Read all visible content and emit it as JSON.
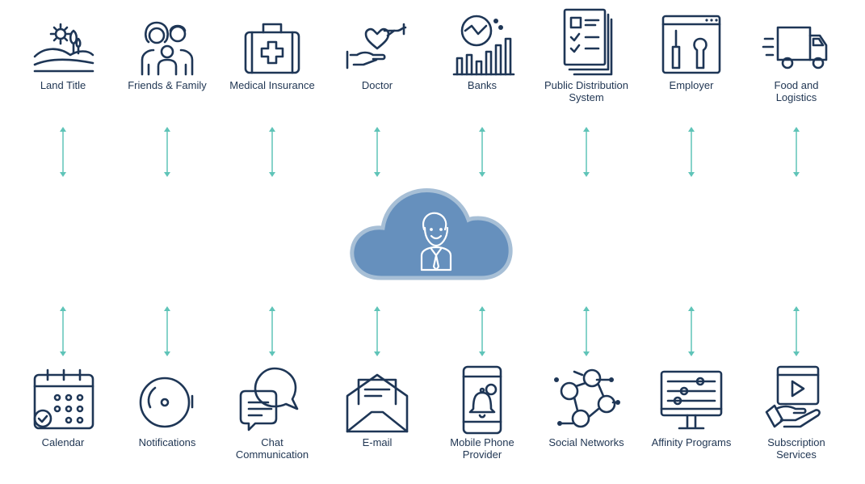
{
  "top_row": [
    {
      "label": "Land Title",
      "icon": "landscape-icon"
    },
    {
      "label": "Friends & Family",
      "icon": "family-icon"
    },
    {
      "label": "Medical Insurance",
      "icon": "medical-kit-icon"
    },
    {
      "label": "Doctor",
      "icon": "hands-heart-icon"
    },
    {
      "label": "Banks",
      "icon": "bar-chart-icon"
    },
    {
      "label": "Public Distribution\nSystem",
      "icon": "documents-checklist-icon"
    },
    {
      "label": "Employer",
      "icon": "tools-window-icon"
    },
    {
      "label": "Food and\nLogistics",
      "icon": "truck-icon"
    }
  ],
  "bottom_row": [
    {
      "label": "Calendar",
      "icon": "calendar-icon"
    },
    {
      "label": "Notifications",
      "icon": "bell-icon"
    },
    {
      "label": "Chat\nCommunication",
      "icon": "chat-bubbles-icon"
    },
    {
      "label": "E-mail",
      "icon": "envelope-icon"
    },
    {
      "label": "Mobile Phone\nProvider",
      "icon": "mobile-phone-icon"
    },
    {
      "label": "Social Networks",
      "icon": "network-people-icon"
    },
    {
      "label": "Affinity Programs",
      "icon": "sliders-monitor-icon"
    },
    {
      "label": "Subscription\nServices",
      "icon": "video-hand-icon"
    }
  ],
  "center": {
    "icon": "cloud-person-icon"
  },
  "colors": {
    "icon": "#1e3656",
    "arrow": "#5fc4b8",
    "cloud_fill": "#6690bd",
    "cloud_border": "#a7bfd6"
  }
}
